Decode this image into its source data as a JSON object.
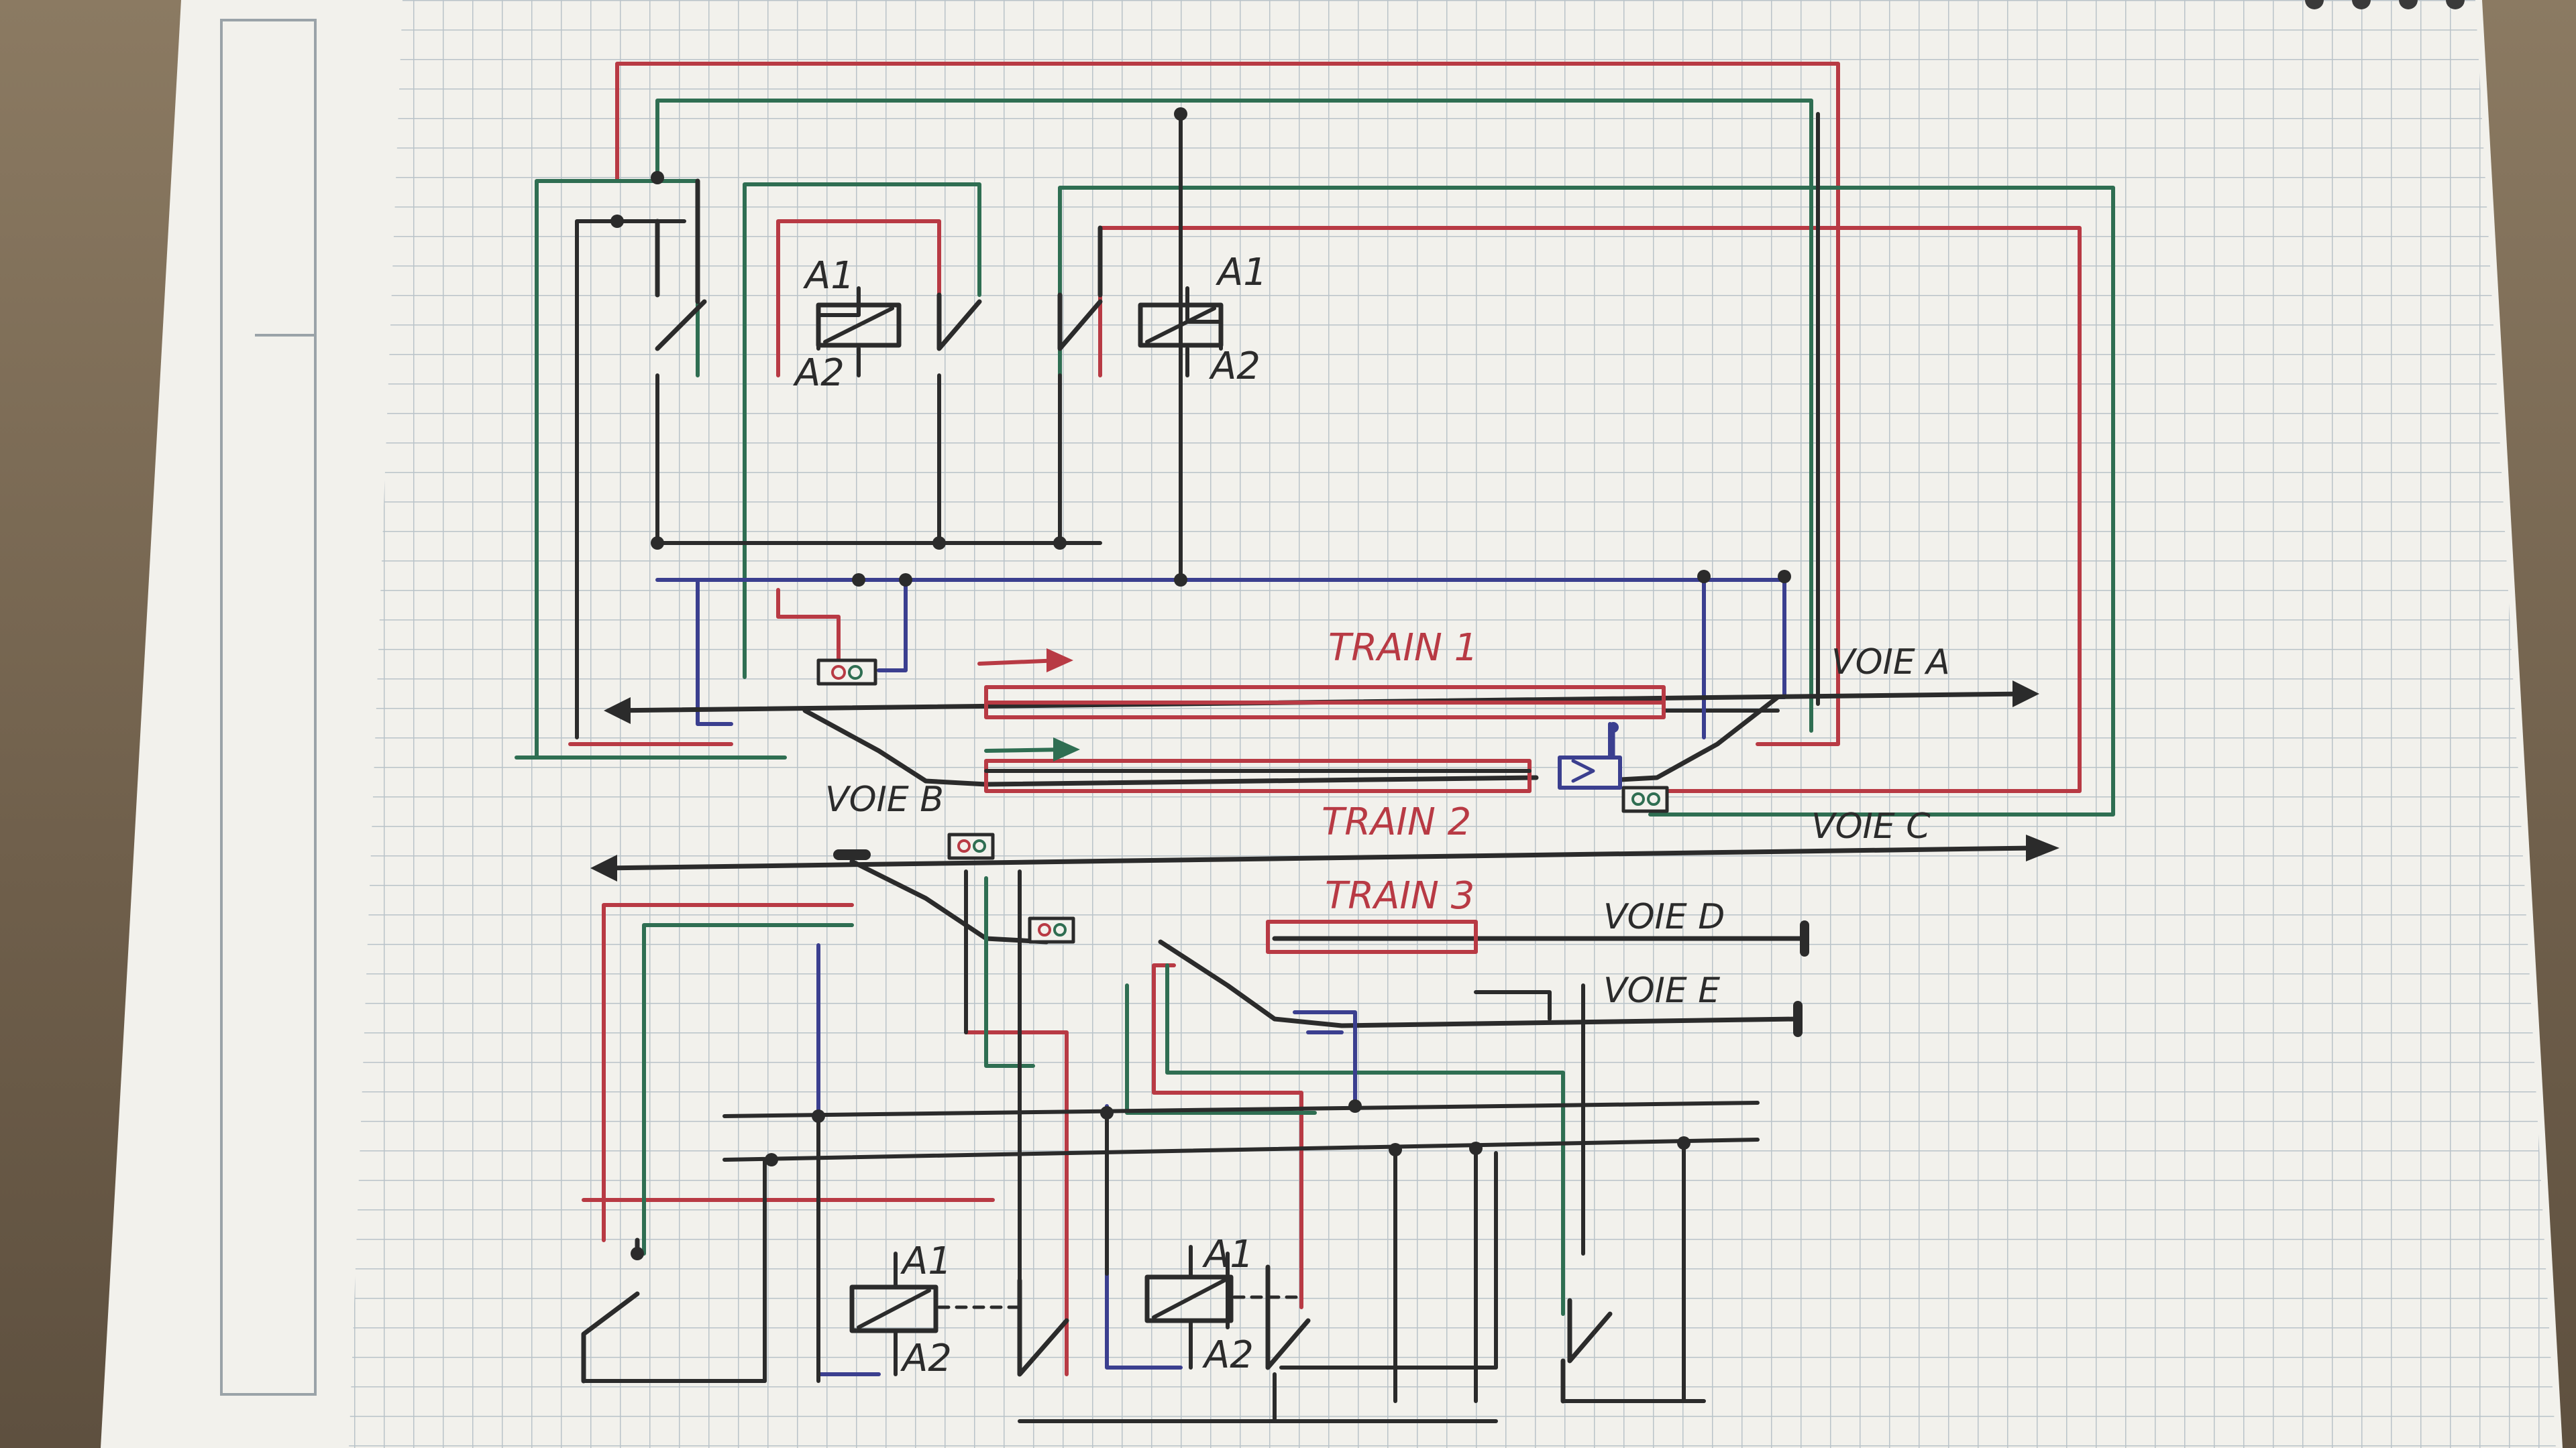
{
  "colors": {
    "paper": "#f2f1ec",
    "grid": "#b9c3c9",
    "red": "#b83a44",
    "green": "#2f6e52",
    "blue": "#3b3f8f",
    "black": "#2b2b2b"
  },
  "labels": {
    "relay_top_left_a1": "A1",
    "relay_top_left_a2": "A2",
    "relay_top_right_a1": "A1",
    "relay_top_right_a2": "A2",
    "relay_bottom_left_a1": "A1",
    "relay_bottom_left_a2": "A2",
    "relay_bottom_right_a1": "A1",
    "relay_bottom_right_a2": "A2",
    "train1": "TRAIN 1",
    "train2": "TRAIN 2",
    "train3": "TRAIN 3",
    "voie_a": "VOIE A",
    "voie_b": "VOIE B",
    "voie_c": "VOIE C",
    "voie_d": "VOIE D",
    "voie_e": "VOIE E"
  }
}
